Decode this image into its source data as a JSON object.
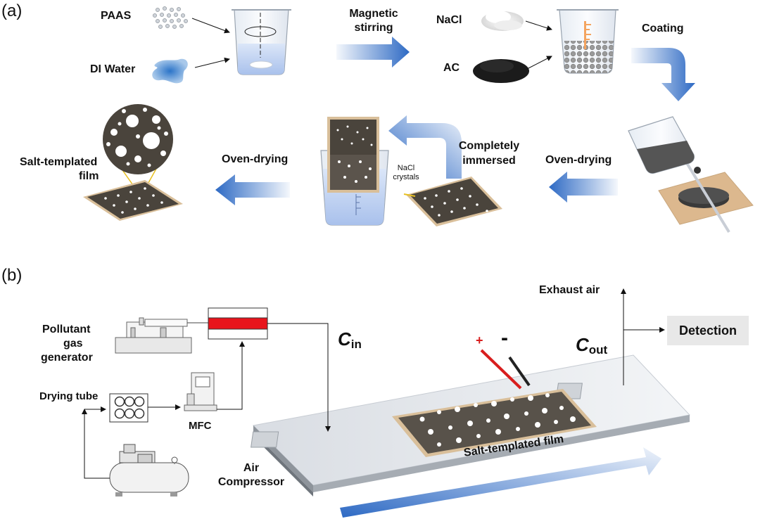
{
  "panel_a": {
    "label": "(a)",
    "paas": "PAAS",
    "di_water": "DI Water",
    "magnetic": "Magnetic",
    "stirring": "stirring",
    "nacl": "NaCl",
    "ac": "AC",
    "coating": "Coating",
    "oven_drying_right": "Oven-drying",
    "completely": "Completely",
    "immersed": "immersed",
    "nacl_crystals_1": "NaCl",
    "nacl_crystals_2": "crystals",
    "oven_drying_left": "Oven-drying",
    "salt_templated_1": "Salt-templated",
    "salt_templated_2": "film"
  },
  "panel_b": {
    "label": "(b)",
    "pollutant_1": "Pollutant",
    "pollutant_2": "gas",
    "pollutant_3": "generator",
    "drying_tube": "Drying tube",
    "mfc": "MFC",
    "air": "Air",
    "compressor": "Compressor",
    "c_in_main": "C",
    "c_in_sub": "in",
    "c_out_main": "C",
    "c_out_sub": "out",
    "exhaust_air": "Exhaust air",
    "detection": "Detection",
    "plus": "+",
    "minus": "-",
    "film_label": "Salt-templated film"
  },
  "colors": {
    "arrow_blue": "#2e6ac4",
    "film_dark": "#5a544c",
    "film_border": "#d9bf9a",
    "red_tube": "#e8141c",
    "electrode_red": "#d81e1e"
  }
}
